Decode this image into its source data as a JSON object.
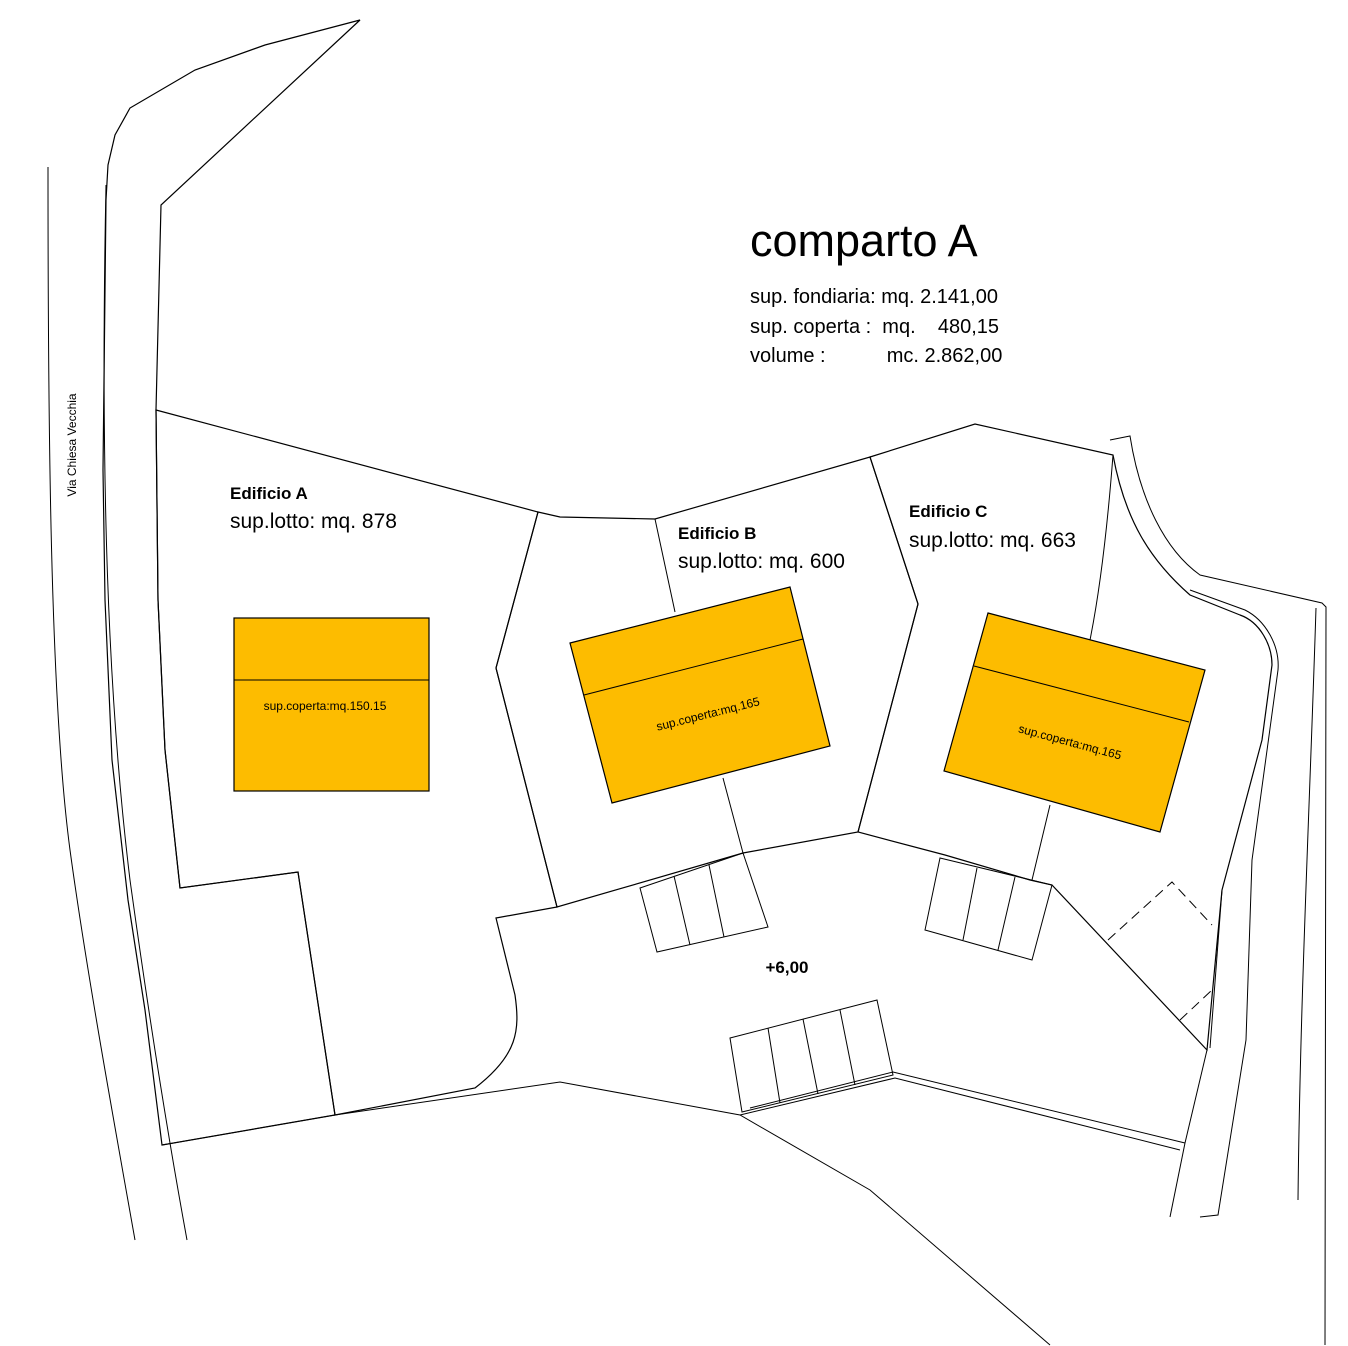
{
  "title": "comparto A",
  "summary": {
    "row1": "sup. fondiaria: mq. 2.141,00",
    "row2": "sup. coperta :  mq.    480,15",
    "row3": "volume :           mc. 2.862,00"
  },
  "street": "Via Chiesa Vecchia",
  "buildings": [
    {
      "name": "Edificio A",
      "lot": "sup.lotto: mq. 878",
      "coverage": "sup.coperta:mq.150.15"
    },
    {
      "name": "Edificio B",
      "lot": "sup.lotto: mq. 600",
      "coverage": "sup.coperta:mq.165"
    },
    {
      "name": "Edificio C",
      "lot": "sup.lotto: mq. 663",
      "coverage": "sup.coperta:mq.165"
    }
  ],
  "elevation": "+6,00",
  "colors": {
    "green_strip": "#a3b56b",
    "lot_a": "#b4c8b0",
    "lots_bc": "#f3f3f3",
    "building": "#fdbc00",
    "outline": "#000000"
  }
}
